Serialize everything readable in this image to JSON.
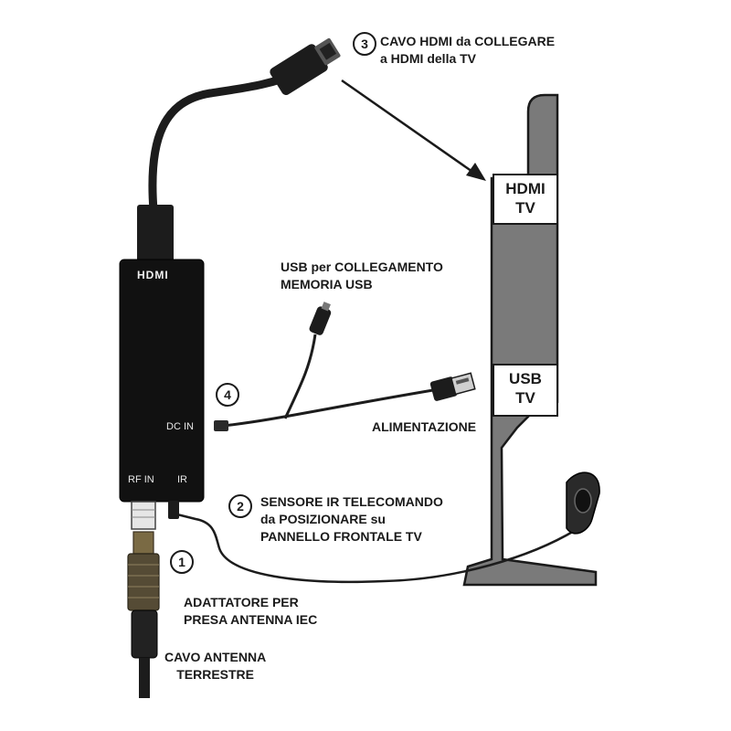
{
  "device": {
    "logo": "HDMI",
    "port_dc": "DC IN",
    "port_rf": "RF IN",
    "port_ir": "IR"
  },
  "tv": {
    "hdmi_port": [
      "HDMI",
      "TV"
    ],
    "usb_port": [
      "USB",
      "TV"
    ]
  },
  "callouts": [
    {
      "number": "3",
      "lines": [
        "CAVO HDMI da COLLEGARE",
        "a HDMI della TV"
      ]
    },
    {
      "number": "",
      "lines": [
        "USB per COLLEGAMENTO",
        "MEMORIA USB"
      ]
    },
    {
      "number": "4",
      "lines": []
    },
    {
      "number": "",
      "lines": [
        "ALIMENTAZIONE"
      ]
    },
    {
      "number": "2",
      "lines": [
        "SENSORE IR TELECOMANDO",
        "da POSIZIONARE su",
        "PANNELLO FRONTALE TV"
      ]
    },
    {
      "number": "1",
      "lines": []
    },
    {
      "number": "",
      "lines": [
        "ADATTATORE PER",
        "PRESA ANTENNA IEC"
      ]
    },
    {
      "number": "",
      "lines": [
        "CAVO ANTENNA",
        "TERRESTRE"
      ]
    }
  ],
  "colors": {
    "device": "#111111",
    "tv": "#7a7a7a",
    "cable": "#1c1c1c",
    "text": "#1a1a1a"
  }
}
